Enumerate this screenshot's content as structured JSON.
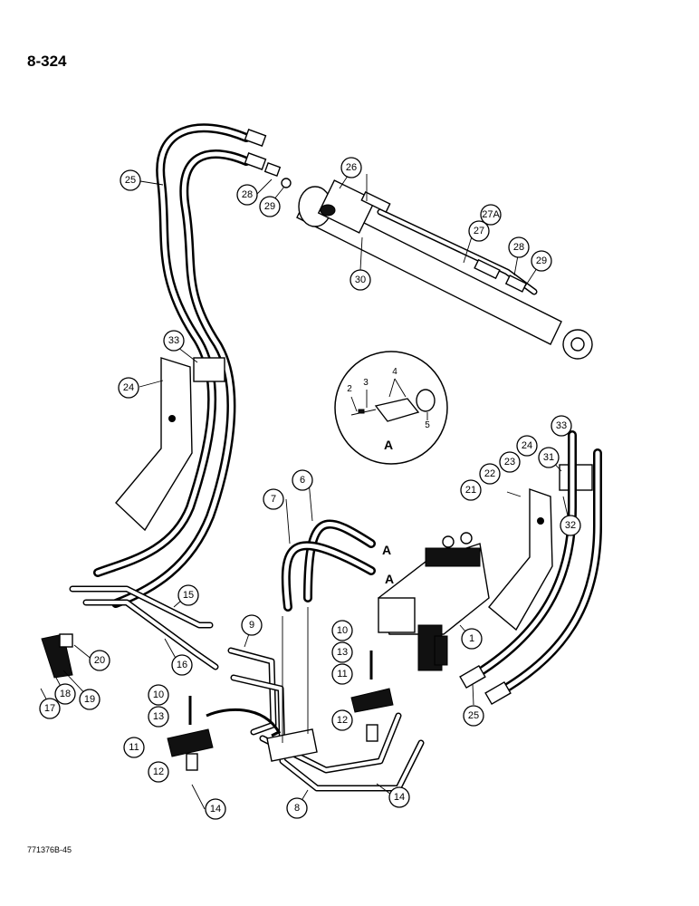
{
  "page": {
    "number": "8-324",
    "figure_code": "771376B-45"
  },
  "detail": {
    "label": "A",
    "hose_end_marks": [
      "A",
      "A"
    ]
  },
  "callouts": [
    "1",
    "2",
    "3",
    "4",
    "5",
    "6",
    "7",
    "8",
    "9",
    "10",
    "11",
    "12",
    "13",
    "14",
    "15",
    "16",
    "17",
    "18",
    "19",
    "20",
    "21",
    "22",
    "23",
    "24",
    "25",
    "26",
    "27",
    "27A",
    "28",
    "29",
    "30",
    "31",
    "32",
    "33"
  ],
  "icons": [
    "hydraulic-cylinder-icon",
    "control-valve-icon",
    "hose-icon",
    "tube-icon",
    "bracket-icon",
    "pedal-icon",
    "clamp-icon"
  ]
}
